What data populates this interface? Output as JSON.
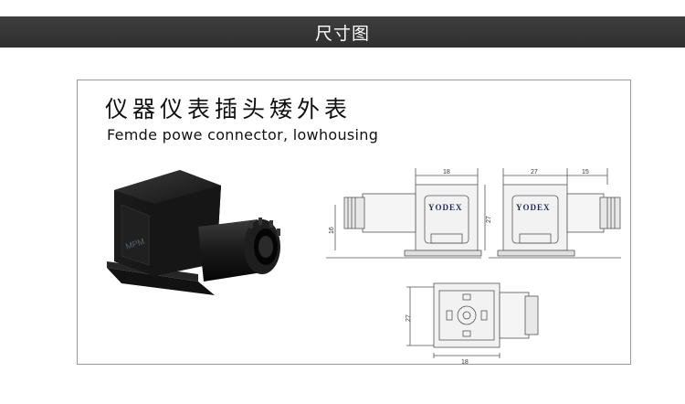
{
  "header": {
    "title": "尺寸图"
  },
  "product": {
    "title_cn": "仪器仪表插头矮外表",
    "title_en": "Femde powe connector, lowhousing",
    "photo_marking": "MPM",
    "brand_logo": "YODEX"
  },
  "drawing": {
    "side_left": {
      "width_label": "18",
      "height_label": "27",
      "left_height_label": "16"
    },
    "side_right": {
      "width_label": "27",
      "cable_label": "15"
    },
    "front": {
      "height_label": "27",
      "width_label": "18"
    }
  },
  "colors": {
    "banner": "#333333",
    "connector": "#111111",
    "line": "#555555"
  }
}
